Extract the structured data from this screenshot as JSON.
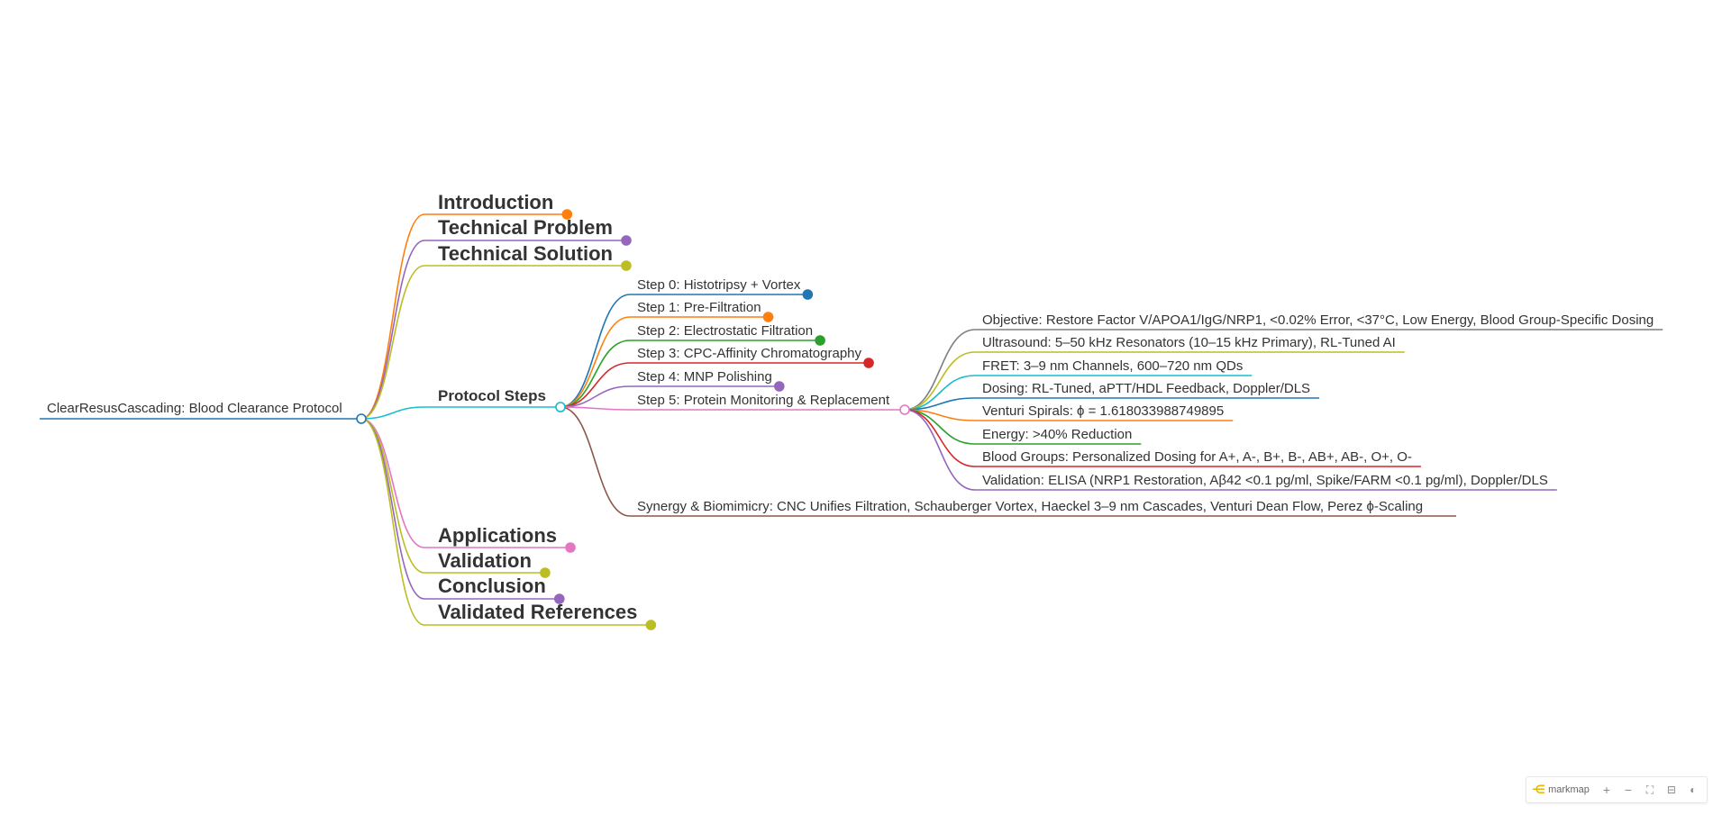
{
  "root": {
    "label": "ClearResusCascading: Blood Clearance Protocol",
    "color": "#1f77b4"
  },
  "sections": [
    {
      "label": "Introduction",
      "color": "#ff7f0e",
      "collapsed": true
    },
    {
      "label": "Technical Problem",
      "color": "#9467bd",
      "collapsed": true
    },
    {
      "label": "Technical Solution",
      "color": "#bcbd22",
      "collapsed": true
    },
    {
      "label": "Protocol Steps",
      "color": "#17becf",
      "collapsed": false
    },
    {
      "label": "Applications",
      "color": "#e377c2",
      "collapsed": true
    },
    {
      "label": "Validation",
      "color": "#bcbd22",
      "collapsed": true
    },
    {
      "label": "Conclusion",
      "color": "#9467bd",
      "collapsed": true
    },
    {
      "label": "Validated References",
      "color": "#bcbd22",
      "collapsed": true
    }
  ],
  "protocol_steps": [
    {
      "label": "Step 0: Histotripsy + Vortex",
      "color": "#1f77b4",
      "collapsed": true
    },
    {
      "label": "Step 1: Pre-Filtration",
      "color": "#ff7f0e",
      "collapsed": true
    },
    {
      "label": "Step 2: Electrostatic Filtration",
      "color": "#2ca02c",
      "collapsed": true
    },
    {
      "label": "Step 3: CPC-Affinity Chromatography",
      "color": "#d62728",
      "collapsed": true
    },
    {
      "label": "Step 4: MNP Polishing",
      "color": "#9467bd",
      "collapsed": true
    },
    {
      "label": "Step 5: Protein Monitoring & Replacement",
      "color": "#e377c2",
      "collapsed": false
    },
    {
      "label": "Synergy & Biomimicry: CNC Unifies Filtration, Schauberger Vortex, Haeckel 3–9 nm Cascades, Venturi Dean Flow, Perez ϕ-Scaling",
      "color": "#8c564b",
      "collapsed": false
    }
  ],
  "step5_details": [
    {
      "label": "Objective: Restore Factor V/APOA1/IgG/NRP1, <0.02% Error, <37°C, Low Energy, Blood Group-Specific Dosing",
      "color": "#7f7f7f"
    },
    {
      "label": "Ultrasound: 5–50 kHz Resonators (10–15 kHz Primary), RL-Tuned AI",
      "color": "#bcbd22"
    },
    {
      "label": "FRET: 3–9 nm Channels, 600–720 nm QDs",
      "color": "#17becf"
    },
    {
      "label": "Dosing: RL-Tuned, aPTT/HDL Feedback, Doppler/DLS",
      "color": "#1f77b4"
    },
    {
      "label": "Venturi Spirals: ϕ = 1.618033988749895",
      "color": "#ff7f0e"
    },
    {
      "label": "Energy: >40% Reduction",
      "color": "#2ca02c"
    },
    {
      "label": "Blood Groups: Personalized Dosing for A+, A-, B+, B-, AB+, AB-, O+, O-",
      "color": "#d62728"
    },
    {
      "label": "Validation: ELISA (NRP1 Restoration, Aβ42 <0.1 pg/ml, Spike/FARM <0.1 pg/ml), Doppler/DLS",
      "color": "#9467bd"
    }
  ],
  "toolbar": {
    "brand": "markmap",
    "logo_icon": "markmap-logo-icon",
    "zoom_in": "+",
    "zoom_out": "−",
    "fit": "⛶",
    "recurse": "⊟",
    "dark": "◐"
  }
}
